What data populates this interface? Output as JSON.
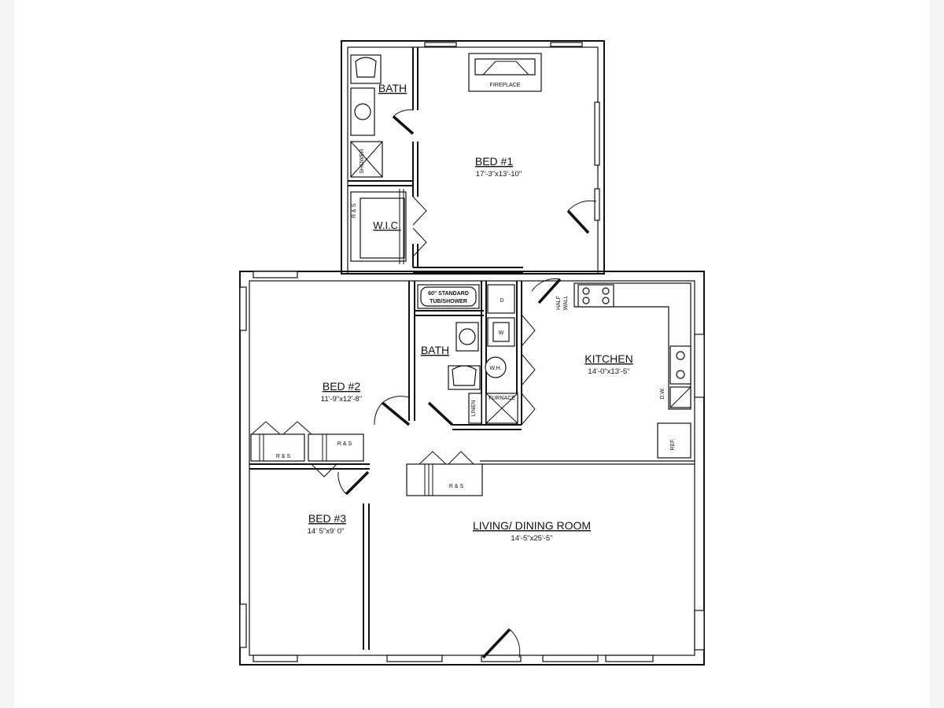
{
  "rooms": {
    "bed1": {
      "name": "BED #1",
      "dims": "17'-3\"x13'-10\""
    },
    "bath_upper": {
      "name": "BATH"
    },
    "wic": {
      "name": "W.I.C."
    },
    "bed2": {
      "name": "BED #2",
      "dims": "11'-9\"x12'-8\""
    },
    "bath_lower": {
      "name": "BATH"
    },
    "kitchen": {
      "name": "KITCHEN",
      "dims": "14'-0\"x13'-5\""
    },
    "bed3": {
      "name": "BED #3",
      "dims": "14' 5\"x9' 0\""
    },
    "living": {
      "name": "LIVING/ DINING ROOM",
      "dims": "14'-5\"x25'-5\""
    }
  },
  "fixtures": {
    "fireplace": "FIREPLACE",
    "shower": "SHOWER",
    "rs_wic": "R & S",
    "tub_line1": "60\" STANDARD",
    "tub_line2": "TUB/SHOWER",
    "dryer": "D",
    "washer": "W",
    "water_heater": "W.H.",
    "furnace": "FURNACE",
    "linen": "LINEN",
    "half_wall_1": "HALF",
    "half_wall_2": "WALL",
    "dishwasher": "D.W.",
    "refrigerator": "REF.",
    "rs_bed2": "R & S",
    "rs_bed3": "R & S",
    "rs_living": "R & S"
  }
}
